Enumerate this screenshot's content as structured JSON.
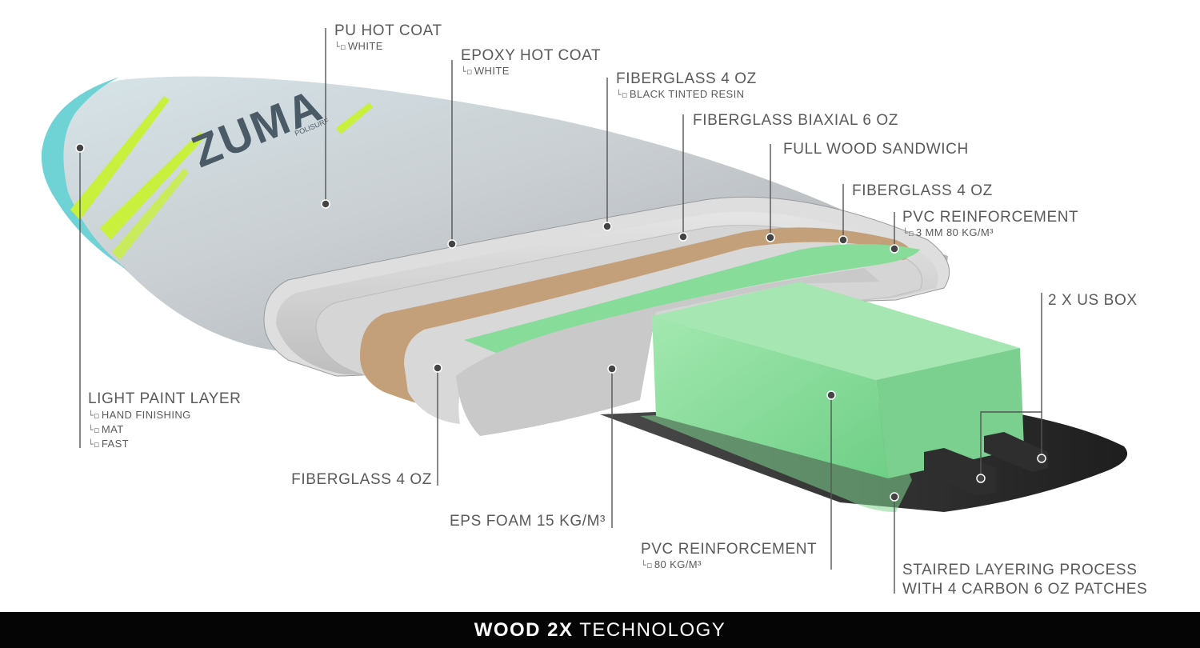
{
  "brand": {
    "logo": "ZUMA",
    "logo_sub": "POLISURF"
  },
  "labels": {
    "pu_hot_coat": {
      "title": "PU HOT COAT",
      "subs": [
        "WHITE"
      ]
    },
    "epoxy_hot_coat": {
      "title": "EPOXY HOT COAT",
      "subs": [
        "WHITE"
      ]
    },
    "fiberglass_top_4oz": {
      "title": "FIBERGLASS 4 OZ",
      "subs": [
        "BLACK TINTED RESIN"
      ]
    },
    "fiberglass_biaxial": {
      "title": "FIBERGLASS BIAXIAL 6 OZ"
    },
    "wood_sandwich": {
      "title": "FULL WOOD SANDWICH"
    },
    "fiberglass_mid_4oz": {
      "title": "FIBERGLASS 4 OZ"
    },
    "pvc_top": {
      "title": "PVC REINFORCEMENT",
      "subs": [
        "3 MM 80 KG/M³"
      ]
    },
    "us_box": {
      "title": "2 X US BOX"
    },
    "light_paint": {
      "title": "LIGHT PAINT LAYER",
      "subs": [
        "HAND FINISHING",
        "MAT",
        "FAST"
      ]
    },
    "fiberglass_bottom_4oz": {
      "title": "FIBERGLASS 4 OZ"
    },
    "eps_foam": {
      "title": "EPS FOAM 15 KG/M³"
    },
    "pvc_bottom": {
      "title": "PVC REINFORCEMENT",
      "subs": [
        "80 KG/M³"
      ]
    },
    "staired": {
      "line1": "STAIRED LAYERING PROCESS",
      "line2": "WITH 4 CARBON 6 OZ PATCHES"
    }
  },
  "footer": {
    "bold": "WOOD 2X",
    "rest": " TECHNOLOGY"
  },
  "colors": {
    "footer_bg": "#050505",
    "foam": "#86dc98",
    "wood": "#c4a07a",
    "rail": "#6fd3d6",
    "stripe": "#c8f03c",
    "carbon": "#2b2b2b"
  }
}
